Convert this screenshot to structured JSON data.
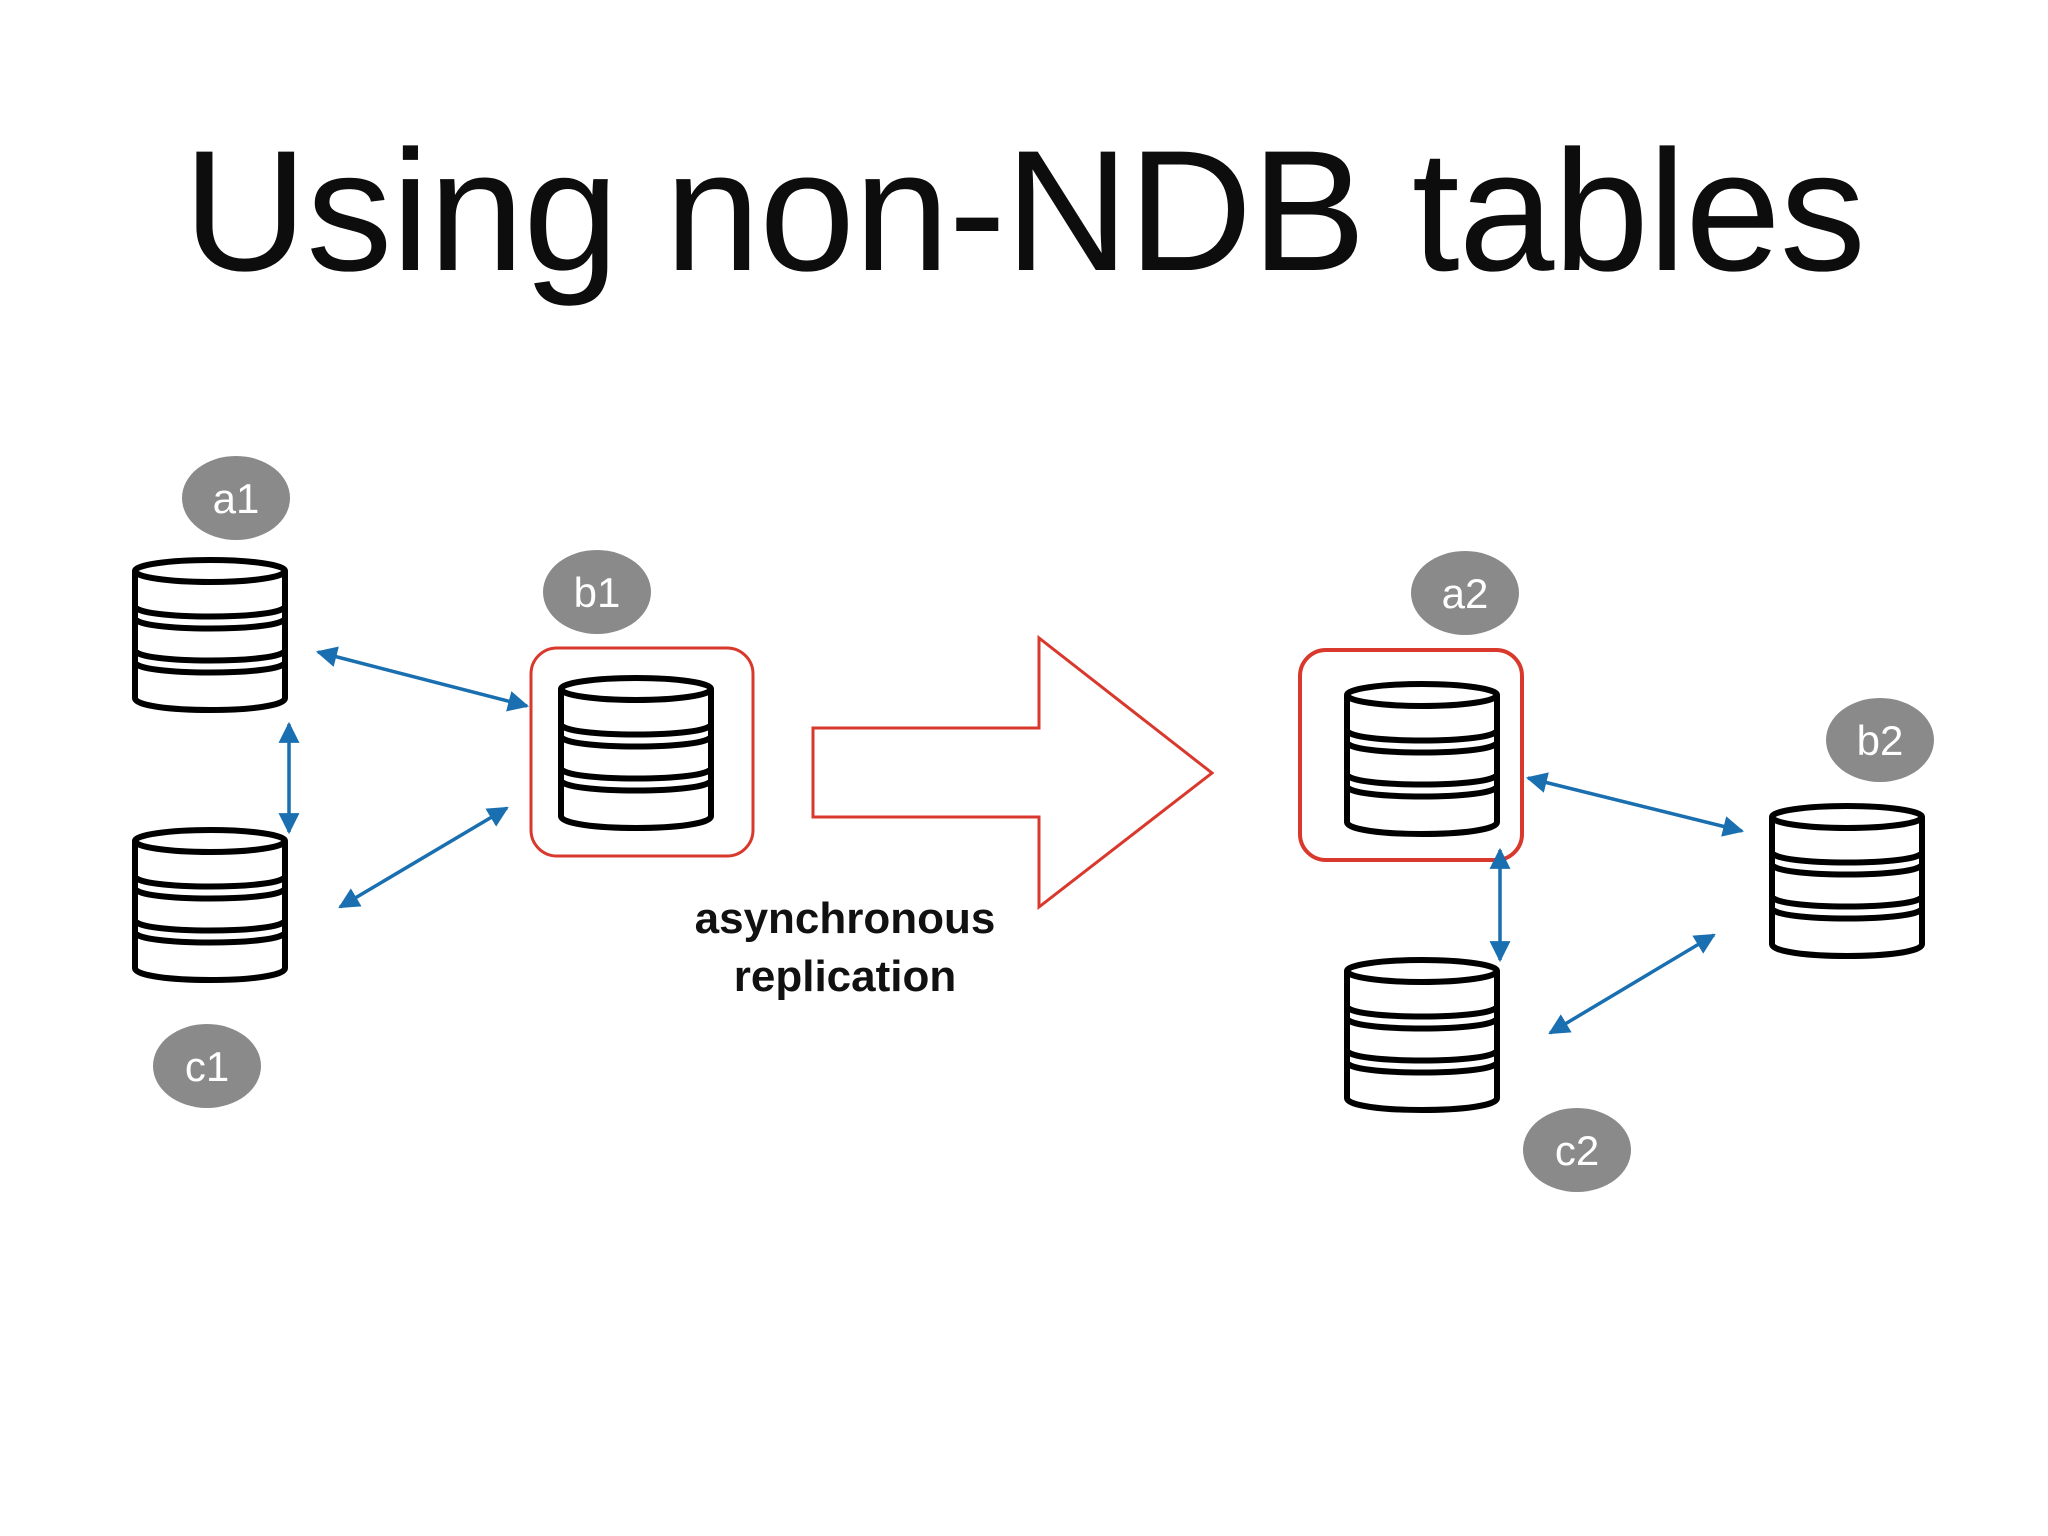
{
  "title": "Using non-NDB tables",
  "colors": {
    "title": "#0d0d0d",
    "label_badge": "#8a8a8a",
    "label_text": "#ffffff",
    "highlight_box": "#d9382c",
    "replication_arrow": "#d9382c",
    "link_arrows": "#1a6fb0",
    "database_stroke": "#000000"
  },
  "left_cluster": {
    "nodes": [
      {
        "label": "a1",
        "icon": "database-icon"
      },
      {
        "label": "b1",
        "icon": "database-icon",
        "highlighted": true
      },
      {
        "label": "c1",
        "icon": "database-icon"
      }
    ]
  },
  "replication": {
    "caption_line1": "asynchronous",
    "caption_line2": "replication"
  },
  "right_cluster": {
    "nodes": [
      {
        "label": "a2",
        "icon": "database-icon",
        "highlighted": true
      },
      {
        "label": "b2",
        "icon": "database-icon"
      },
      {
        "label": "c2",
        "icon": "database-icon"
      }
    ]
  }
}
